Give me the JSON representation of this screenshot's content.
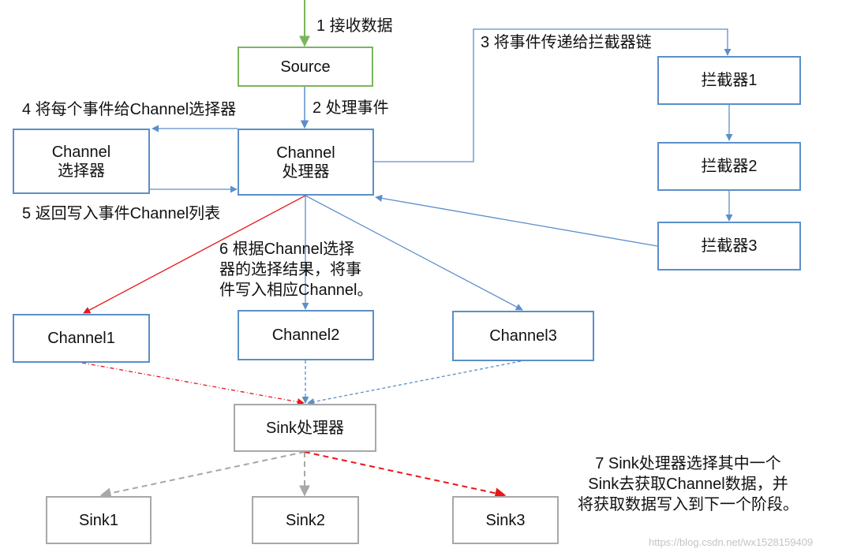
{
  "colors": {
    "blue": "#5b8fc9",
    "green": "#7ab55c",
    "gray": "#a8a8a8",
    "red": "#e8161a"
  },
  "nodes": {
    "source": "Source",
    "channel_processor": "Channel\n处理器",
    "channel_selector": "Channel\n选择器",
    "interceptor1": "拦截器1",
    "interceptor2": "拦截器2",
    "interceptor3": "拦截器3",
    "channel1": "Channel1",
    "channel2": "Channel2",
    "channel3": "Channel3",
    "sink_processor": "Sink处理器",
    "sink1": "Sink1",
    "sink2": "Sink2",
    "sink3": "Sink3"
  },
  "labels": {
    "step1": "1 接收数据",
    "step2": "2 处理事件",
    "step3": "3 将事件传递给拦截器链",
    "step4": "4 将每个事件给Channel选择器",
    "step5": "5 返回写入事件Channel列表",
    "step6": "6 根据Channel选择\n器的选择结果，将事\n件写入相应Channel。",
    "step7": "7 Sink处理器选择其中一个\nSink去获取Channel数据，并\n将获取数据写入到下一个阶段。"
  },
  "watermark": "https://blog.csdn.net/wx1528159409"
}
